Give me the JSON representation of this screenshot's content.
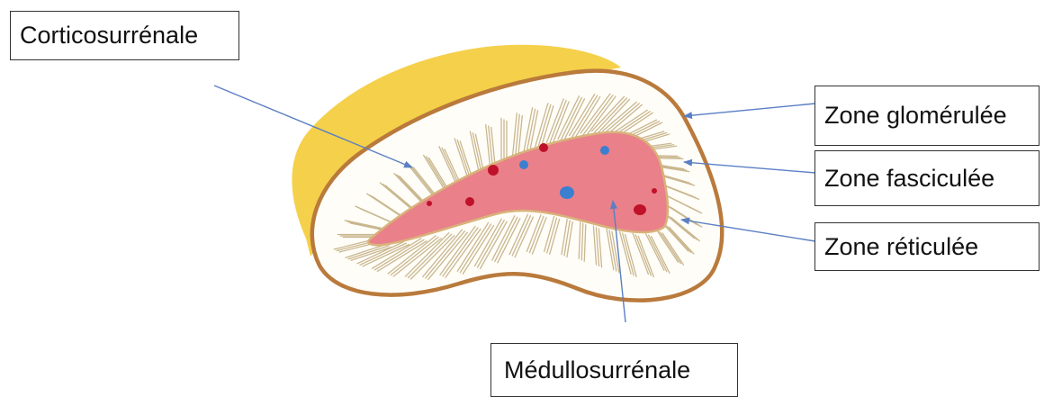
{
  "labels": {
    "corticosurrenale": "Corticosurrénale",
    "zone_glomerulee": "Zone glomérulée",
    "zone_fasciculee": "Zone fasciculée",
    "zone_reticulee": "Zone réticulée",
    "medullosurrenale": "Médullosurrénale"
  },
  "colors": {
    "cap": "#f5d04a",
    "capsule_border": "#b97a3c",
    "cortex_fill": "#fffdf8",
    "cortex_lines": "#c9b78f",
    "medulla": "#e9808a",
    "medulla_border": "#d9b27a",
    "dot_red": "#c0112a",
    "dot_blue": "#3b7fd0",
    "arrow": "#5b7fc4"
  }
}
